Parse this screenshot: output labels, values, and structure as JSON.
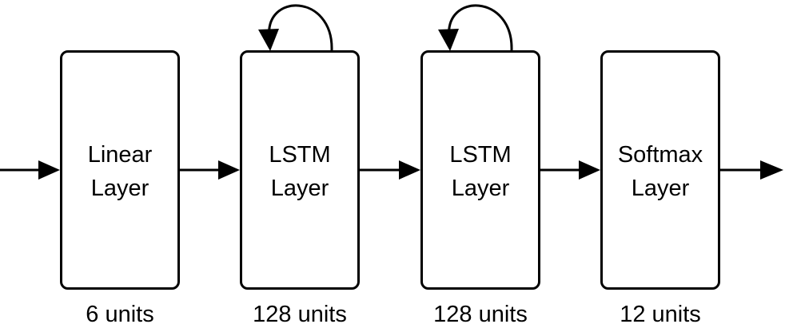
{
  "layers": [
    {
      "line1": "Linear",
      "line2": "Layer",
      "units": "6 units",
      "recurrent": false
    },
    {
      "line1": "LSTM",
      "line2": "Layer",
      "units": "128 units",
      "recurrent": true
    },
    {
      "line1": "LSTM",
      "line2": "Layer",
      "units": "128 units",
      "recurrent": true
    },
    {
      "line1": "Softmax",
      "line2": "Layer",
      "units": "12 units",
      "recurrent": false
    }
  ],
  "colors": {
    "stroke": "#000000",
    "background": "#ffffff"
  },
  "icons": {
    "flow": "arrow-right-icon",
    "recurrence": "loop-arrow-icon"
  }
}
